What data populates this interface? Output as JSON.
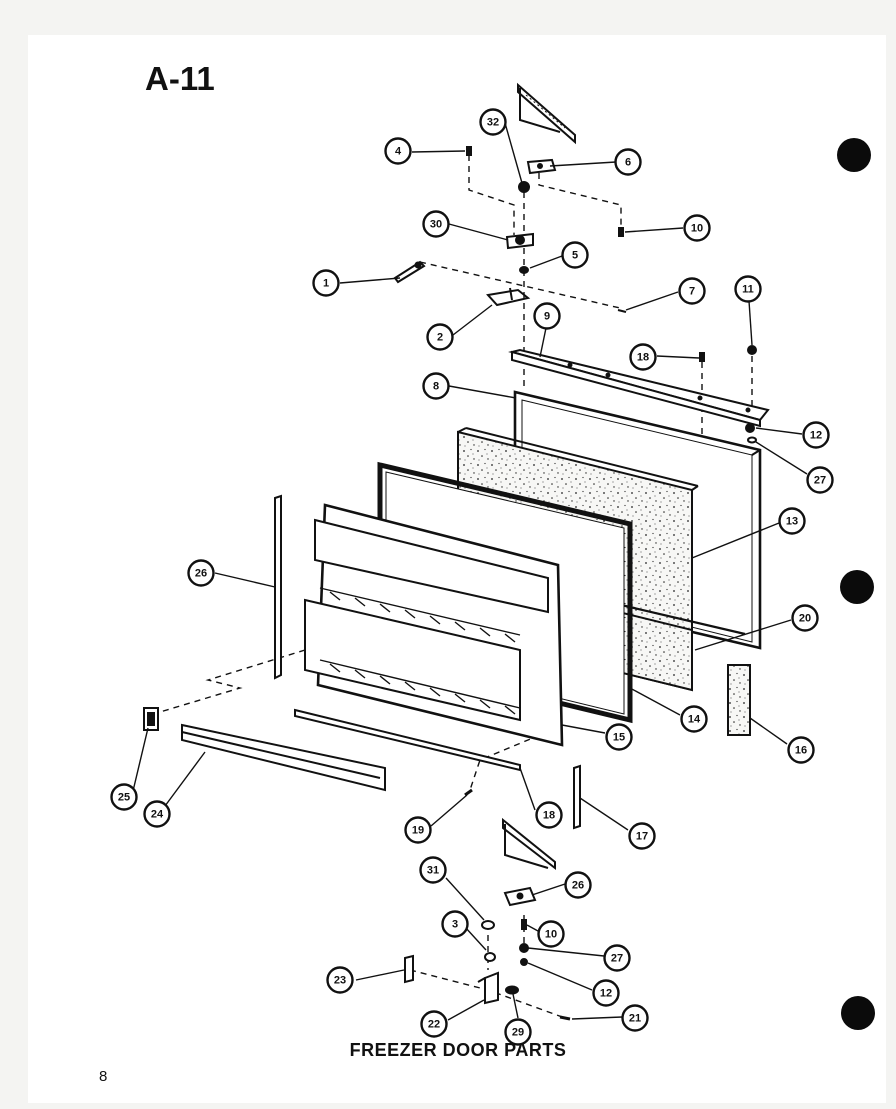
{
  "sheet_id": "A-11",
  "caption": "FREEZER DOOR PARTS",
  "page_number": "8",
  "callouts": [
    {
      "key": "c-32",
      "label": "32"
    },
    {
      "key": "c-4",
      "label": "4"
    },
    {
      "key": "c-6",
      "label": "6"
    },
    {
      "key": "c-30",
      "label": "30"
    },
    {
      "key": "c-10-top",
      "label": "10"
    },
    {
      "key": "c-5",
      "label": "5"
    },
    {
      "key": "c-1",
      "label": "1"
    },
    {
      "key": "c-7",
      "label": "7"
    },
    {
      "key": "c-11",
      "label": "11"
    },
    {
      "key": "c-2",
      "label": "2"
    },
    {
      "key": "c-9",
      "label": "9"
    },
    {
      "key": "c-18-top",
      "label": "18"
    },
    {
      "key": "c-8",
      "label": "8"
    },
    {
      "key": "c-12-top",
      "label": "12"
    },
    {
      "key": "c-27-top",
      "label": "27"
    },
    {
      "key": "c-13",
      "label": "13"
    },
    {
      "key": "c-26-left",
      "label": "26"
    },
    {
      "key": "c-20",
      "label": "20"
    },
    {
      "key": "c-14",
      "label": "14"
    },
    {
      "key": "c-15",
      "label": "15"
    },
    {
      "key": "c-16",
      "label": "16"
    },
    {
      "key": "c-25",
      "label": "25"
    },
    {
      "key": "c-24",
      "label": "24"
    },
    {
      "key": "c-19",
      "label": "19"
    },
    {
      "key": "c-18-bottom",
      "label": "18"
    },
    {
      "key": "c-17",
      "label": "17"
    },
    {
      "key": "c-31",
      "label": "31"
    },
    {
      "key": "c-26-bottom",
      "label": "26"
    },
    {
      "key": "c-3",
      "label": "3"
    },
    {
      "key": "c-10-bottom",
      "label": "10"
    },
    {
      "key": "c-27-bottom",
      "label": "27"
    },
    {
      "key": "c-23",
      "label": "23"
    },
    {
      "key": "c-12-bottom",
      "label": "12"
    },
    {
      "key": "c-22",
      "label": "22"
    },
    {
      "key": "c-29",
      "label": "29"
    },
    {
      "key": "c-21",
      "label": "21"
    }
  ]
}
